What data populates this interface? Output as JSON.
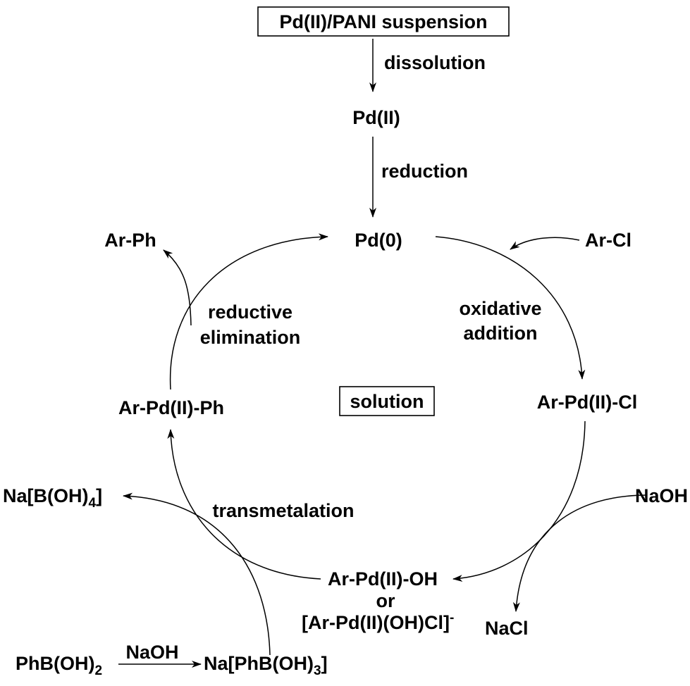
{
  "top_box": "Pd(II)/PANI suspension",
  "steps": {
    "dissolution": "dissolution",
    "reduction": "reduction",
    "oxidative_addition_1": "oxidative",
    "oxidative_addition_2": "addition",
    "reductive_elimination_1": "reductive",
    "reductive_elimination_2": "elimination",
    "transmetalation": "transmetalation"
  },
  "species": {
    "pd2": "Pd(II)",
    "pd0": "Pd(0)",
    "ar_cl": "Ar-Cl",
    "ar_pd_cl": "Ar-Pd(II)-Cl",
    "naoh_right": "NaOH",
    "ar_pd_oh": "Ar-Pd(II)-OH",
    "or": "or",
    "ar_pd_ohcl_main": "[Ar-Pd(II)(OH)Cl]",
    "ar_pd_ohcl_charge": "-",
    "nacl": "NaCl",
    "ar_pd_ph": "Ar-Pd(II)-Ph",
    "ar_ph": "Ar-Ph",
    "na_b_oh4_pre": "Na[B(OH)",
    "na_b_oh4_sub": "4",
    "na_b_oh4_post": "]",
    "phb_oh2_pre": "PhB(OH)",
    "phb_oh2_sub": "2",
    "naoh_bottom": "NaOH",
    "na_phb_oh3_pre": "Na[PhB(OH)",
    "na_phb_oh3_sub": "3",
    "na_phb_oh3_post": "]"
  },
  "center_box": "solution"
}
